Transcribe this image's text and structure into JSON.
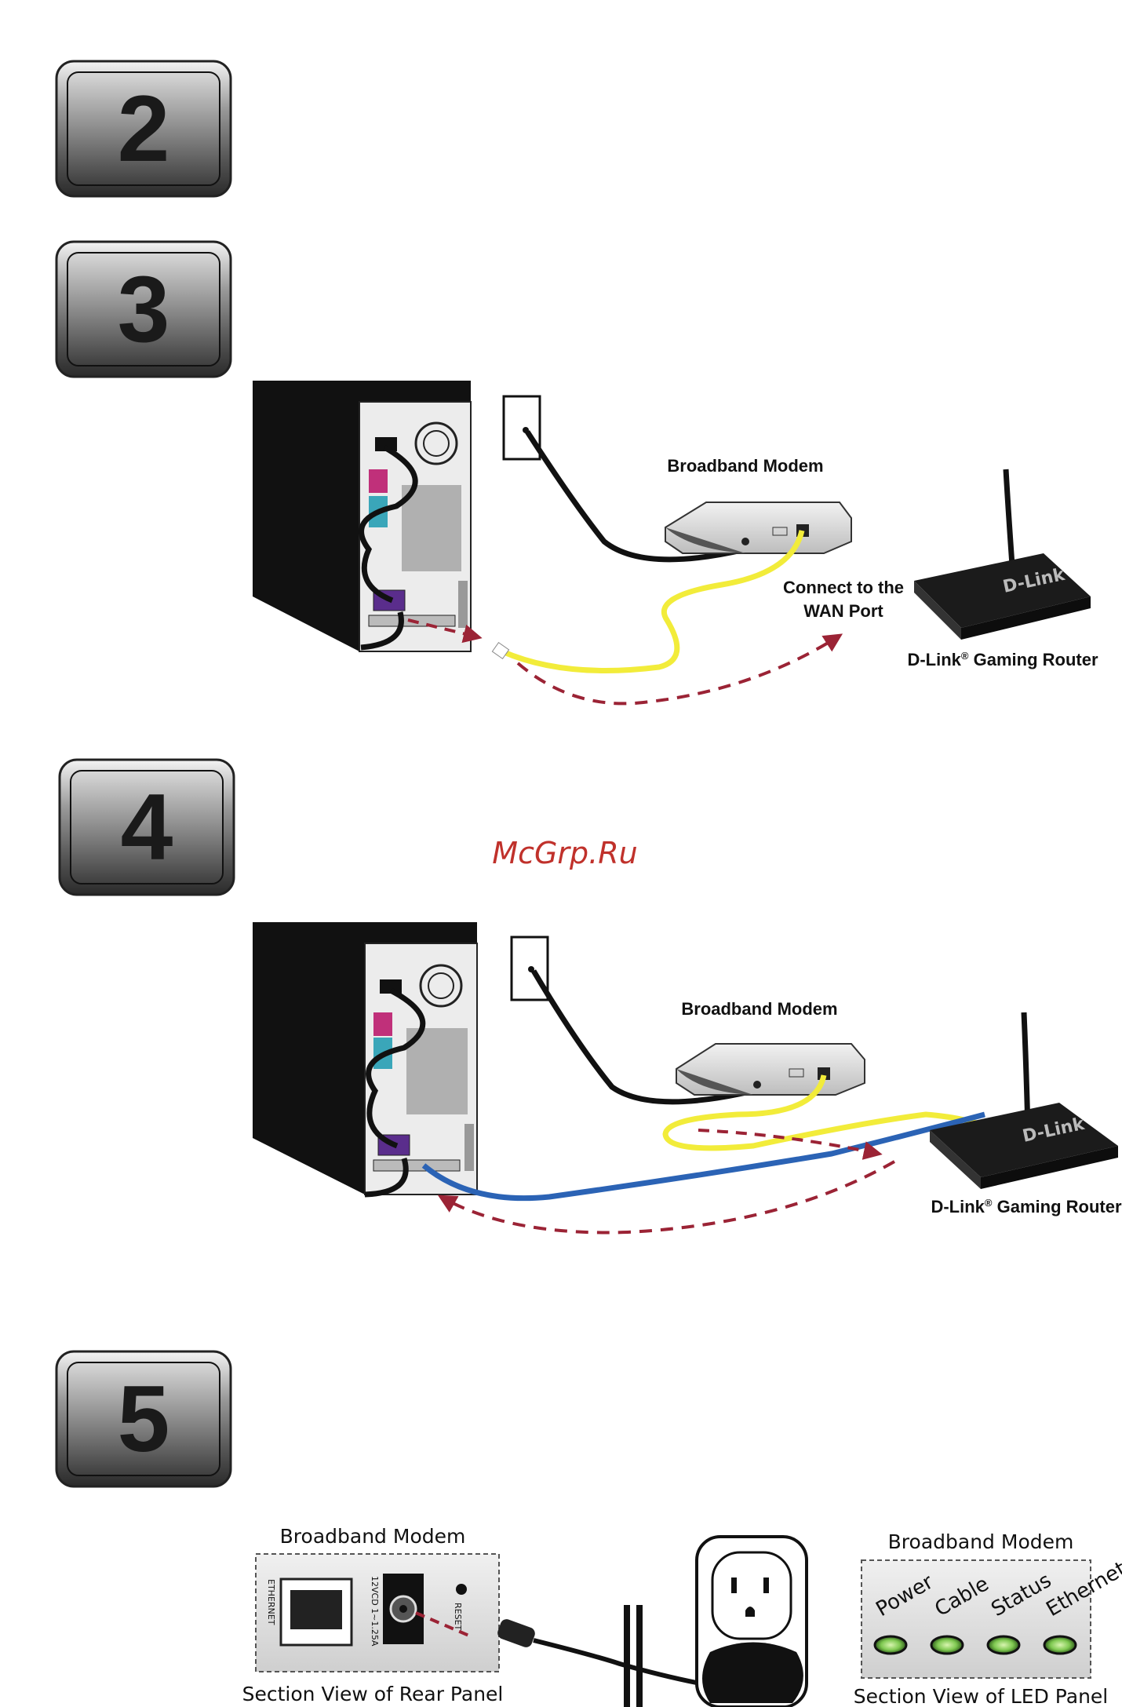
{
  "steps": [
    {
      "number": "2"
    },
    {
      "number": "3"
    },
    {
      "number": "4"
    },
    {
      "number": "5"
    }
  ],
  "step3": {
    "modem_label": "Broadband Modem",
    "wan_label_line1": "Connect to the",
    "wan_label_line2": "WAN Port",
    "router_label": "D-Link",
    "router_label_reg": "®",
    "router_label_rest": " Gaming Router",
    "router_brand": "D-Link"
  },
  "watermark": "McGrp.Ru",
  "step4": {
    "modem_label": "Broadband Modem",
    "router_label": "D-Link",
    "router_label_reg": "®",
    "router_label_rest": " Gaming Router",
    "router_brand": "D-Link"
  },
  "step5": {
    "rear_title": "Broadband Modem",
    "rear_caption": "Section View of Rear Panel",
    "ethernet_text": "ETHERNET",
    "power_text": "12VCD 1~1.25A",
    "reset_text": "RESET",
    "led_title": "Broadband Modem",
    "led_caption": "Section View of LED Panel",
    "leds": [
      "Power",
      "Cable",
      "Status",
      "Ethernet"
    ]
  },
  "colors": {
    "cable_black": "#111111",
    "cable_yellow": "#f2ec3a",
    "cable_blue": "#2b63b5",
    "arrow_red": "#9b2335",
    "led_green": "#7ec850"
  }
}
